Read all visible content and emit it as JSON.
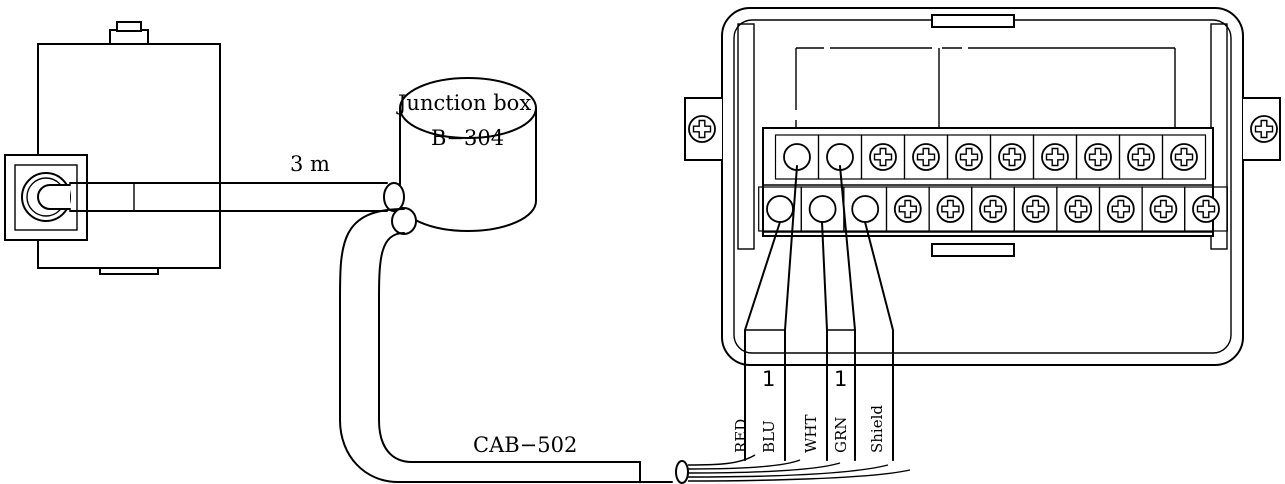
{
  "labels": {
    "junction_box": "Junction box",
    "junction_model": "B−304",
    "cable_length": "3 m",
    "cable_model": "CAB−502"
  },
  "wires": [
    {
      "label": "RED"
    },
    {
      "label": "BLU",
      "mark": "1"
    },
    {
      "label": "WHT"
    },
    {
      "label": "GRN",
      "mark": "1"
    },
    {
      "label": "Shield"
    }
  ],
  "terminal_block": {
    "upper_row": {
      "empty_terminals": 2,
      "screw_terminals": 8
    },
    "lower_row": {
      "empty_terminals": 3,
      "screw_terminals": 8
    }
  }
}
